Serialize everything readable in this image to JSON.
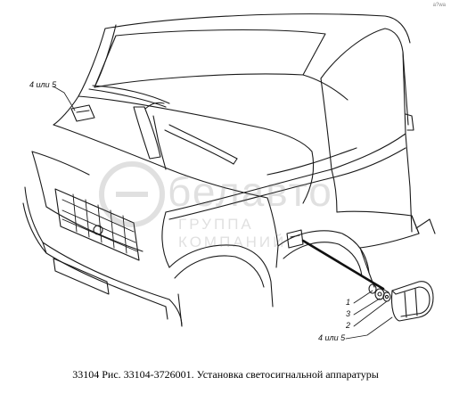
{
  "caption": "33104 Рис. 33104-3726001. Установка светосигнальной аппаратуры",
  "callouts": {
    "top_left": "4 или 5",
    "n1": "1",
    "n3": "3",
    "n2": "2",
    "bottom_right": "4 или 5"
  },
  "watermark": {
    "brand": "белавто",
    "sub": "ГРУППА КОМПАНИЙ"
  },
  "corner_mark": "a?wa"
}
